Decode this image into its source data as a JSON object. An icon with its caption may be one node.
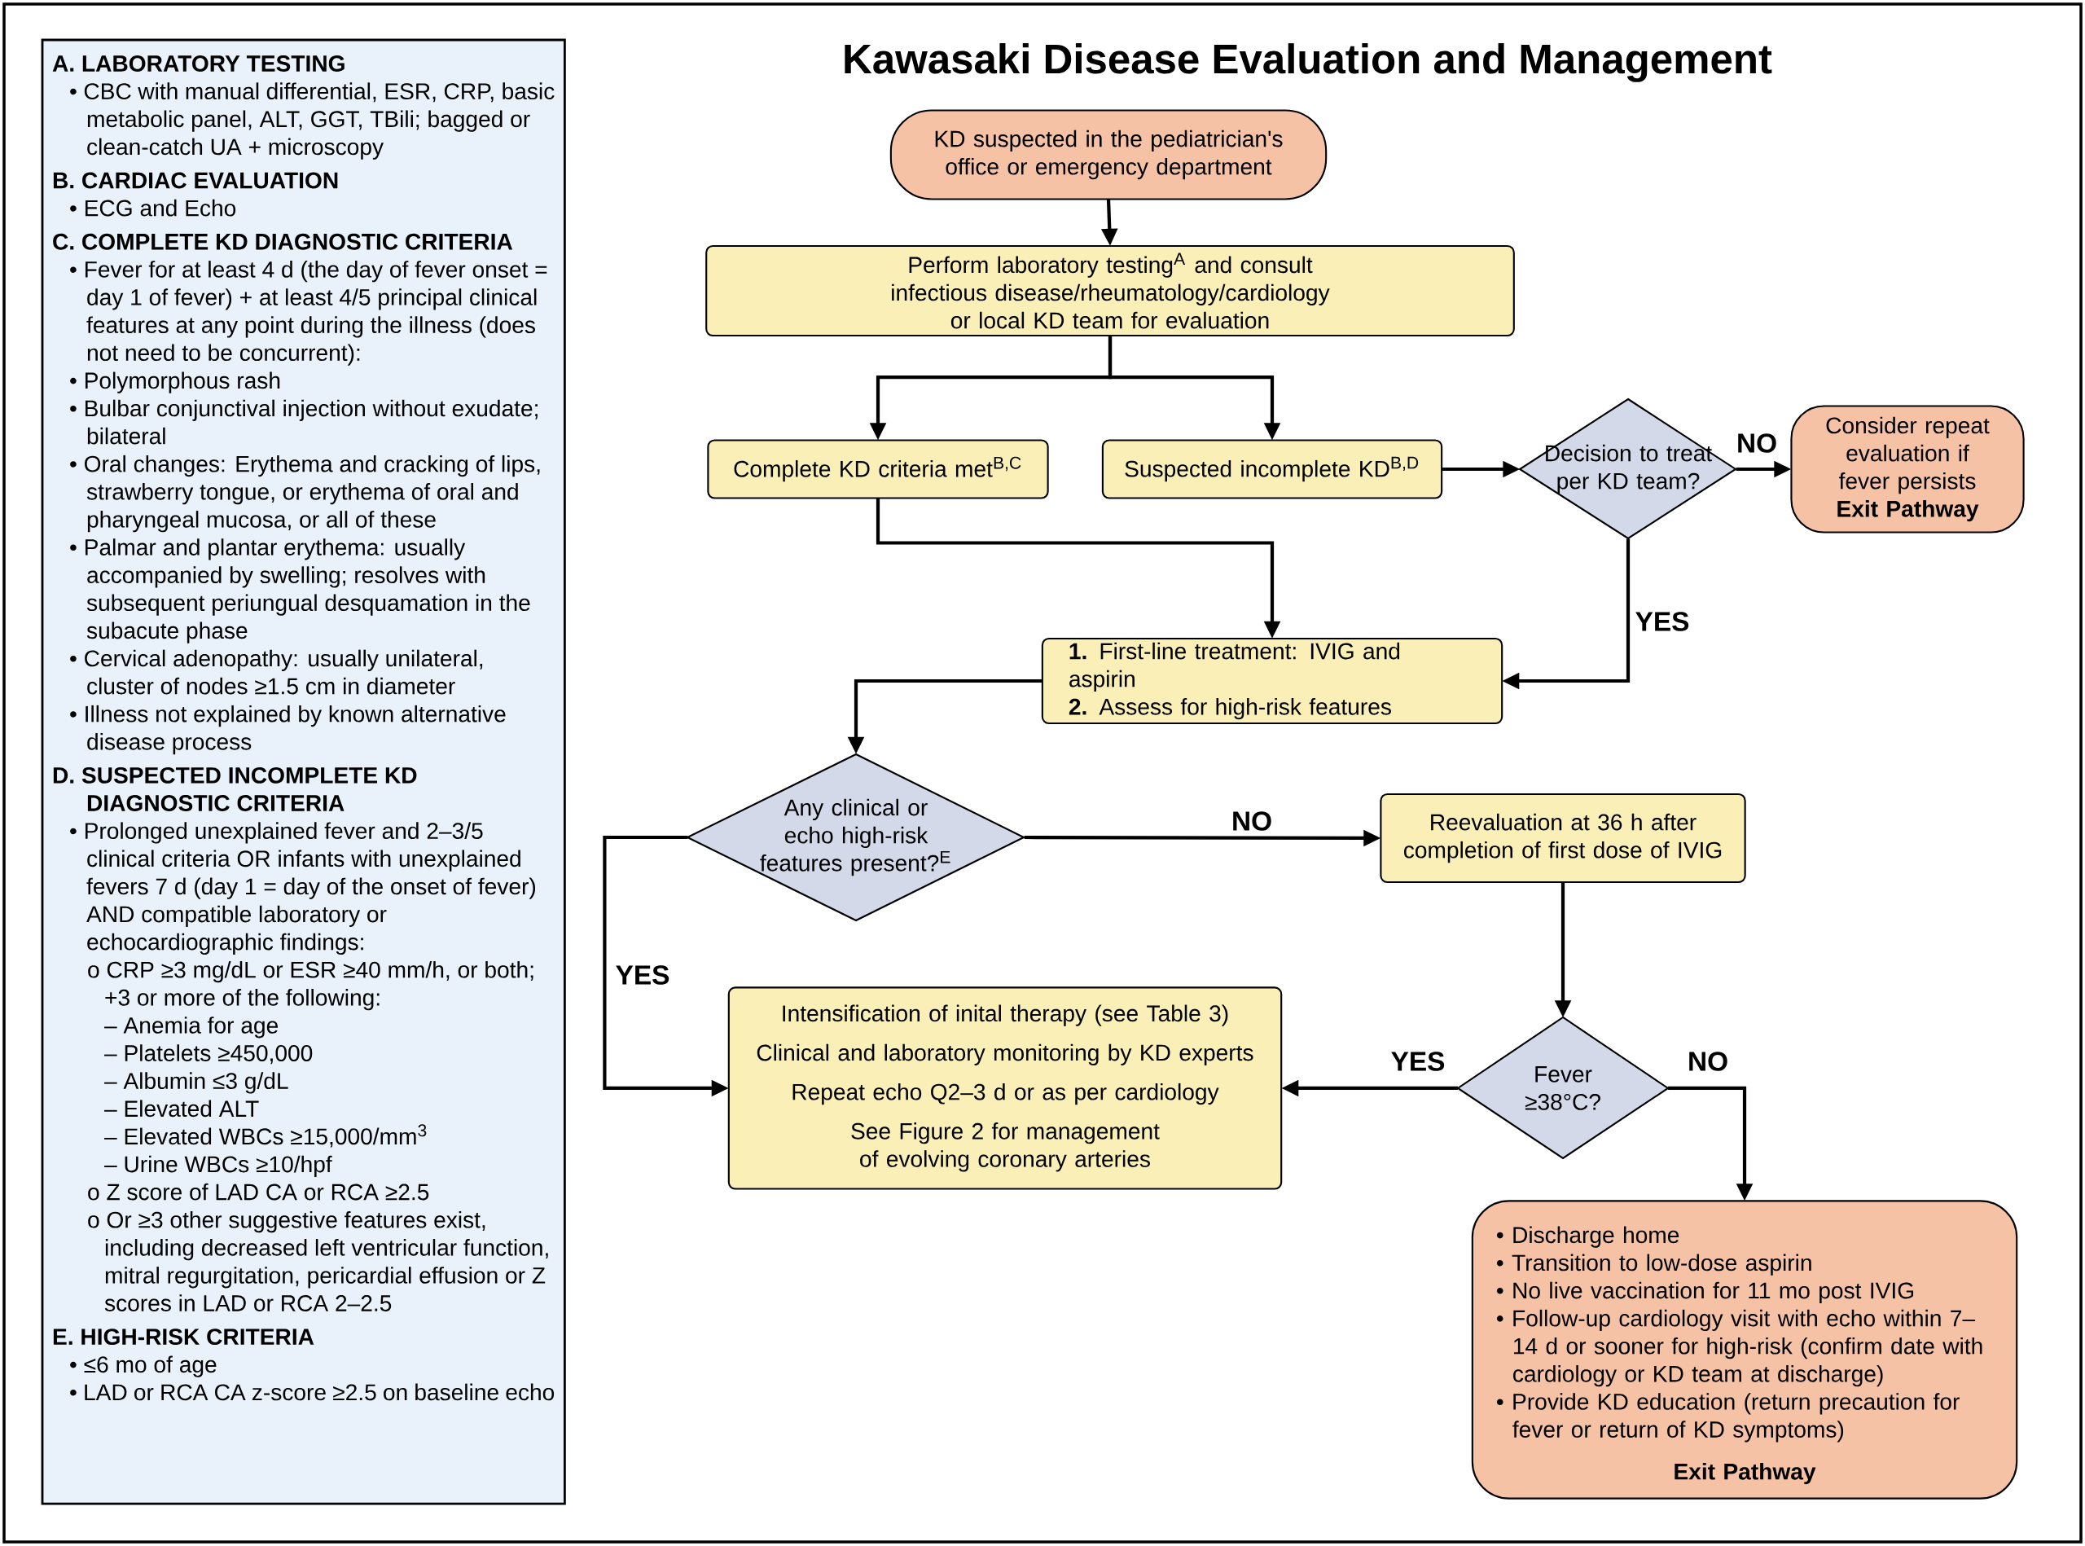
{
  "diagram": {
    "title": "Kawasaki Disease Evaluation and Management",
    "nodes": [
      {
        "text": [
          "A. LABORATORY TESTING",
          "• CBC with manual differential, ESR, CRP, basic metabolic panel, ALT, GGT, TBili; bagged or clean-catch UA + microscopy",
          "B. CARDIAC EVALUATION",
          "• ECG and Echo",
          "C. COMPLETE KD DIAGNOSTIC CRITERIA",
          "• Fever for at least 4 d (the day of fever onset = day 1 of fever) + at least 4/5 principal clinical features at any point during the illness (does not need to be concurrent):",
          "• Polymorphous rash",
          "• Bulbar conjunctival injection without exudate; bilateral",
          "• Oral changes: Erythema and cracking of lips, strawberry tongue, or erythema of oral and pharyngeal mucosa, or all of these",
          "• Palmar and plantar erythema: usually accompanied by swelling; resolves with subsequent periungual desquamation in the subacute phase",
          "• Cervical adenopathy: usually unilateral, cluster of nodes ≥1.5 cm in diameter",
          "• Illness not explained by known alternative disease process",
          "D. SUSPECTED INCOMPLETE KD DIAGNOSTIC CRITERIA",
          "• Prolonged unexplained fever and 2–3/5 clinical criteria OR infants with unexplained fevers 7 d (day 1 = day of the onset of fever) AND compatible laboratory or echocardiographic findings:",
          "o CRP ≥3 mg/dL or ESR ≥40 mm/h, or both; +3 or more of the following:",
          "– Anemia for age",
          "– Platelets ≥450,000",
          "– Albumin ≤3 g/dL",
          "– Elevated ALT",
          "– Elevated WBCs ≥15,000/mm$^{3}$",
          "– Urine WBCs ≥10/hpf",
          "o Z score of LAD CA or RCA ≥2.5",
          "o Or ≥3 other suggestive features exist, including decreased left ventricular function, mitral regurgitation, pericardial effusion or Z scores in LAD or RCA 2–2.5",
          "E. HIGH-RISK CRITERIA",
          "• ≤6 mo of age",
          "• LAD or RCA CA z-score ≥2.5 on baseline echo"
        ]
      },
      {
        "text": [
          "KD suspected in the pediatrician's office or emergency department"
        ]
      },
      {
        "text": [
          "Perform laboratory testing$^{A}$ and consult infectious disease/rheumatology/cardiology or local KD team for evaluation"
        ]
      },
      {
        "text": [
          "Complete KD criteria met$^{B,C}$"
        ]
      },
      {
        "text": [
          "Suspected incomplete KD$^{B,D}$"
        ]
      },
      {
        "text": [
          "Decision to treat per KD team?"
        ]
      },
      {
        "text": [
          "Consider repeat evaluation if fever persists",
          "Exit Pathway"
        ]
      },
      {
        "text": [
          "**1.** First-line treatment: IVIG and aspirin",
          "**2.** Assess for high-risk features"
        ]
      },
      {
        "text": [
          "Any clinical or echo high-risk features present?$^{E}$"
        ]
      },
      {
        "text": [
          "Reevaluation at 36 h after completion of first dose of IVIG"
        ]
      },
      {
        "text": [
          "Intensification of inital therapy (see Table 3)",
          "Clinical and laboratory monitoring by KD experts",
          "Repeat echo Q2–3 d or as per cardiology",
          "See Figure 2 for management of evolving coronary arteries"
        ]
      },
      {
        "text": [
          "Fever ≥38°C?"
        ]
      },
      {
        "text": [
          "• Discharge home",
          "• Transition to low-dose aspirin",
          "• No live vaccination for 11 mo post IVIG",
          "• Follow-up cardiology visit with echo within 7–14 d or sooner for high-risk (confirm date with cardiology or KD team at discharge)",
          "• Provide KD education (return precaution for fever or return of KD symptoms)",
          "Exit Pathway"
        ]
      }
    ],
    "edges": [
      {
        "from": 1,
        "to": 2,
        "arrow": "to"
      },
      {
        "from": 2,
        "to": 3,
        "arrow": "to"
      },
      {
        "from": 2,
        "to": 4,
        "arrow": "to"
      },
      {
        "from": 4,
        "to": 5,
        "arrow": "to"
      },
      {
        "from": 5,
        "to": 6,
        "arrow": "to",
        "label": "NO"
      },
      {
        "from": 5,
        "to": 7,
        "arrow": "to",
        "label": "YES"
      },
      {
        "from": 3,
        "to": 7,
        "arrow": "to"
      },
      {
        "from": 7,
        "to": 8,
        "arrow": "to"
      },
      {
        "from": 8,
        "to": 9,
        "arrow": "to",
        "label": "NO"
      },
      {
        "from": 8,
        "to": 10,
        "arrow": "to",
        "label": "YES"
      },
      {
        "from": 9,
        "to": 11,
        "arrow": "to"
      },
      {
        "from": 11,
        "to": 10,
        "arrow": "to",
        "label": "YES"
      },
      {
        "from": 11,
        "to": 12,
        "arrow": "to",
        "label": "NO"
      }
    ]
  }
}
